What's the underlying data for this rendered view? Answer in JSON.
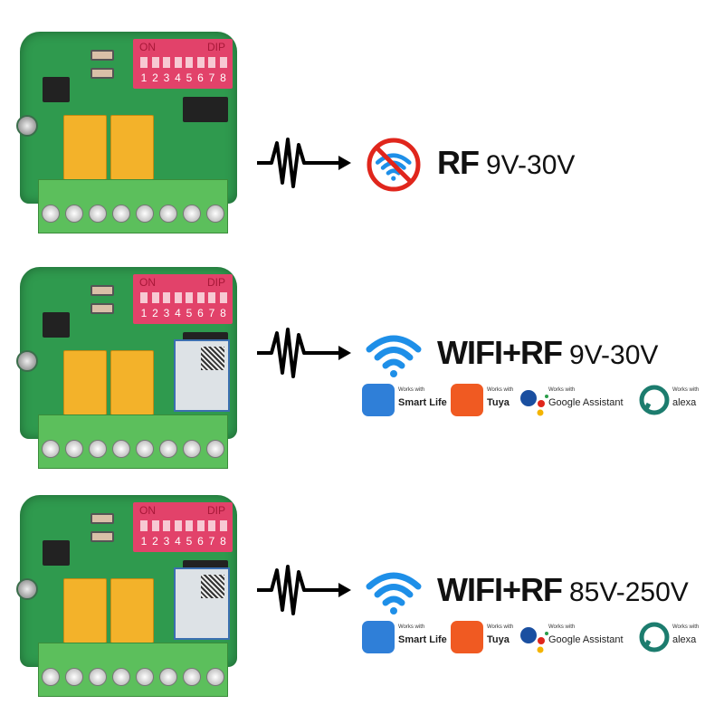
{
  "dip": {
    "on": "ON",
    "dip": "DIP",
    "numbers": [
      "1",
      "2",
      "3",
      "4",
      "5",
      "6",
      "7",
      "8"
    ]
  },
  "rows": [
    {
      "mode": "RF",
      "voltage": "9V-30V",
      "icon": "no-wifi-icon",
      "wifi_module": false,
      "badges": false
    },
    {
      "mode": "WIFI+RF",
      "voltage": "9V-30V",
      "icon": "wifi-icon",
      "wifi_module": true,
      "badges": true
    },
    {
      "mode": "WIFI+RF",
      "voltage": "85V-250V",
      "icon": "wifi-icon",
      "wifi_module": true,
      "badges": true
    }
  ],
  "badges": [
    {
      "works": "Works with",
      "name": "Smart Life",
      "icon": "smart-life-icon",
      "color": "#2f7fd8"
    },
    {
      "works": "Works with",
      "name": "Tuya",
      "icon": "tuya-icon",
      "color": "#f05a22"
    },
    {
      "works": "Works with",
      "name": "Google Assistant",
      "icon": "google-assistant-icon",
      "color": "#1a4fa0"
    },
    {
      "works": "Works with",
      "name": "alexa",
      "icon": "alexa-icon",
      "color": "#1c7c6e"
    }
  ],
  "colors": {
    "wifi": "#1e8fe8",
    "no_sign": "#e0261c",
    "pcb": "#2f9a4e",
    "dip": "#e2426a",
    "relay": "#f3b22a",
    "terminal": "#5cbf5c"
  }
}
